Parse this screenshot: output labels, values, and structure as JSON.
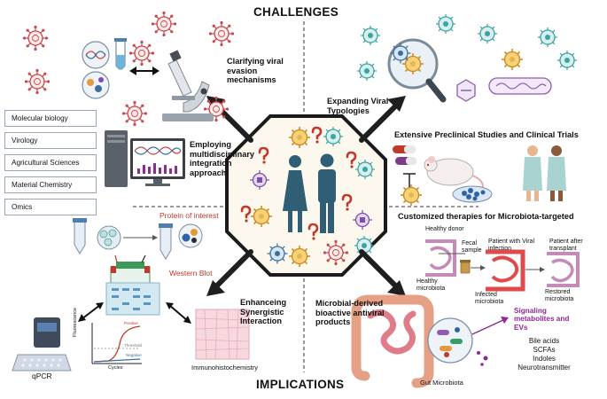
{
  "headings": {
    "challenges": "CHALLENGES",
    "implications": "IMPLICATIONS"
  },
  "challenges": {
    "viral_evasion": "Clarifying viral evasion mechanisms",
    "multidisciplinary": "Employing multidisciplinary integration approach",
    "viral_typologies": "Expanding Viral Typologies",
    "preclinical": "Extensive Preclinical Studies and Clinical Trials"
  },
  "fields": [
    "Molecular biology",
    "Virology",
    "Agricultural Sciences",
    "Material Chemistry",
    "Omics"
  ],
  "implications": {
    "synergistic": "Enhanceing Synergistic Interaction",
    "microbiota_therapies": "Customized therapies for Microbiota-targeted",
    "bioactive": "Microbial-derived bioactive antiviral products"
  },
  "methods": {
    "protein_of_interest": "Protein of interest",
    "western_blot": "Western Blot",
    "qpcr": "qPCR",
    "immunohistochemistry": "Immunohistochemistry",
    "fluorescence_axis": "Fluorescence",
    "cycles_axis": "Cycles",
    "positive": "Positive",
    "threshold": "Threshold",
    "negative": "Negative"
  },
  "transplant": {
    "healthy_donor": "Healthy donor",
    "fecal_sample": "Fecal sample",
    "patient_viral": "Patient with Viral infection",
    "patient_after": "Patient after transplant",
    "healthy_microbiota": "Healthy microbiota",
    "infected_microbiota": "Infected microbiota",
    "restored_microbiota": "Restored microbiota"
  },
  "gut": {
    "gut_microbiota": "Gut Microbiota",
    "signaling": "Signaling metabolites and EVs",
    "metabolites": [
      "Bile acids",
      "SCFAs",
      "Indoles",
      "Neurotransmitter"
    ]
  },
  "colors": {
    "arrow": "#1f1f1f",
    "octagon_fill": "#fdf8ee",
    "figure": "#2f5e75",
    "question": "#c0392b",
    "virus_red": "#c9474b",
    "accent_purple": "#8e2a93",
    "field_border": "#9aa6b8"
  }
}
